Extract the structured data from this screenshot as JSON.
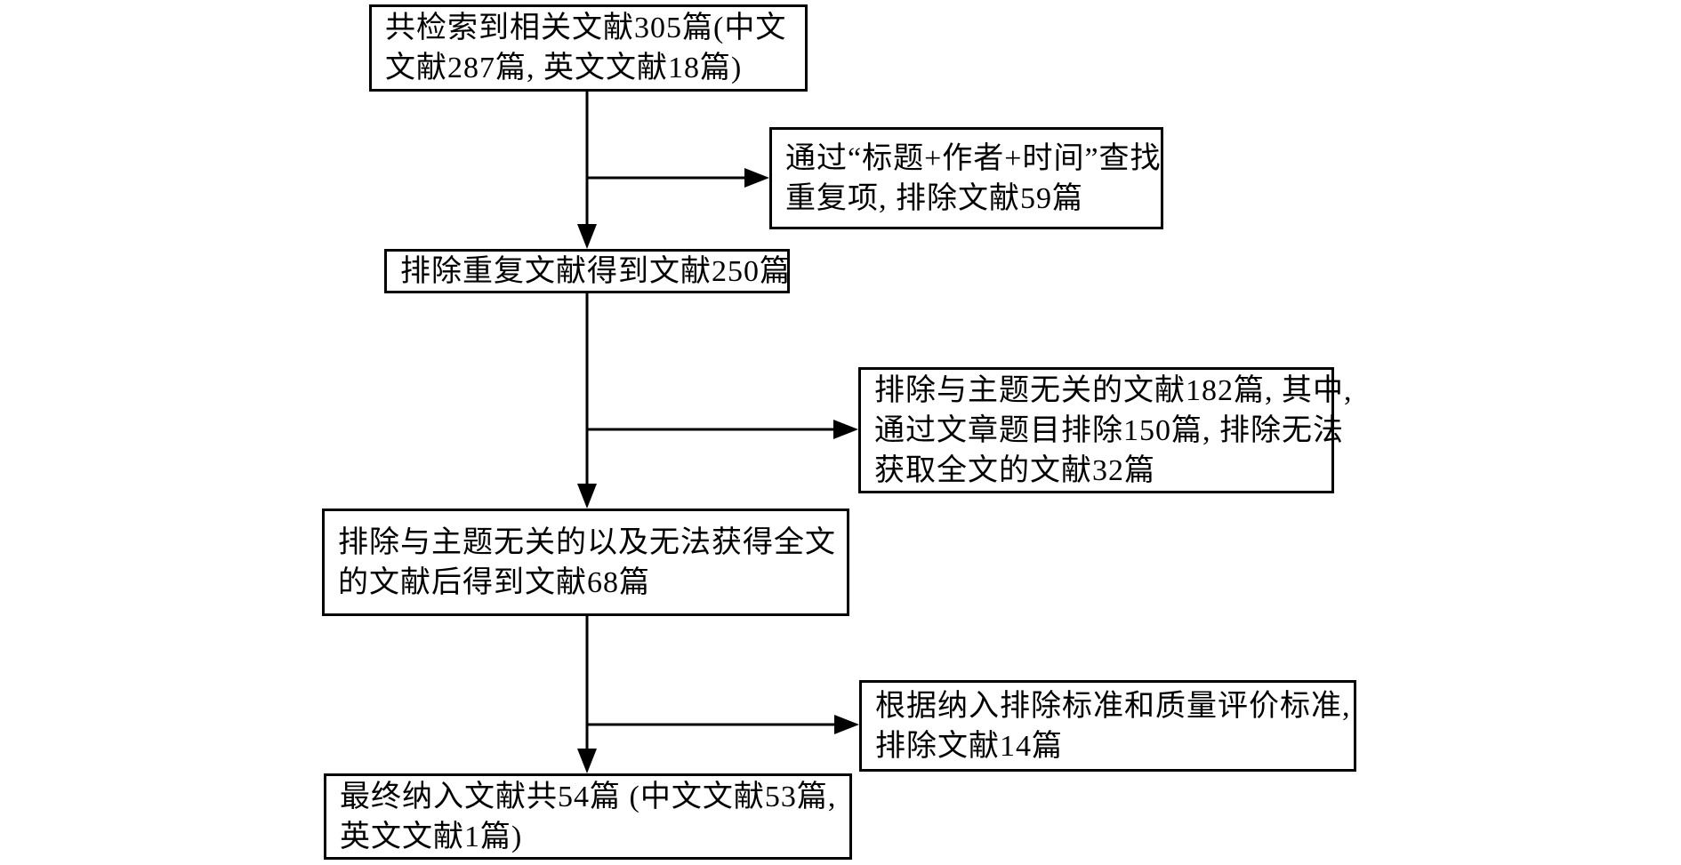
{
  "flowchart": {
    "type": "literature-screening-flow",
    "colors": {
      "background": "#ffffff",
      "box_border": "#000000",
      "connector": "#000000",
      "text": "#000000"
    },
    "nodes": [
      {
        "text": "共检索到相关文献305篇(中文文献287篇, 英文文献18篇)",
        "lines": [
          "共检索到相关文献305篇(中文",
          "文献287篇, 英文文献18篇)"
        ]
      },
      {
        "text": "通过“标题+作者+时间”查找重复项, 排除文献59篇",
        "lines": [
          "通过“标题+作者+时间”查找",
          "重复项, 排除文献59篇"
        ]
      },
      {
        "text": "排除重复文献得到文献250篇",
        "lines": [
          "排除重复文献得到文献250篇"
        ]
      },
      {
        "text": "排除与主题无关的文献182篇, 其中, 通过文章题目排除150篇, 排除无法获取全文的文献32篇",
        "lines": [
          "排除与主题无关的文献182篇, 其中,",
          "通过文章题目排除150篇, 排除无法",
          "获取全文的文献32篇"
        ]
      },
      {
        "text": "排除与主题无关的以及无法获得全文的文献后得到文献68篇",
        "lines": [
          "排除与主题无关的以及无法获得全文",
          "的文献后得到文献68篇"
        ]
      },
      {
        "text": "根据纳入排除标准和质量评价标准, 排除文献14篇",
        "lines": [
          "根据纳入排除标准和质量评价标准,",
          "排除文献14篇"
        ]
      },
      {
        "text": "最终纳入文献共54篇 (中文文献53篇, 英文文献1篇)",
        "lines": [
          "最终纳入文献共54篇 (中文文献53篇,",
          "英文文献1篇)"
        ]
      }
    ]
  }
}
